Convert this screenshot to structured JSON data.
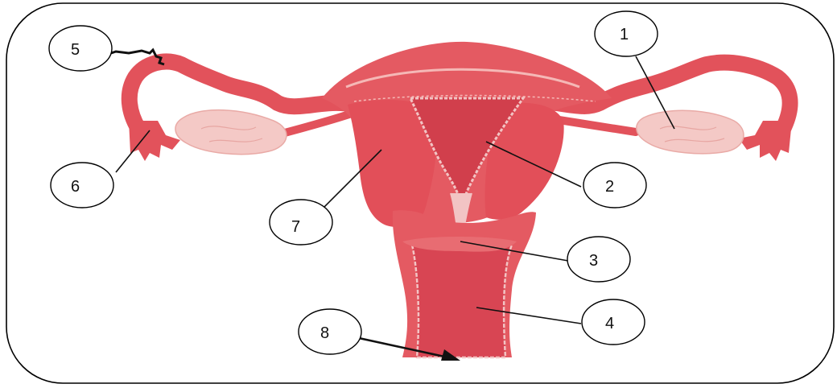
{
  "diagram": {
    "labels": [
      "1",
      "2",
      "3",
      "4",
      "5",
      "6",
      "7",
      "8"
    ]
  },
  "colors": {
    "frame": "#000000",
    "uterus_wall": "#e45a62",
    "uterus_dark": "#c9414c",
    "cavity": "#d8434f",
    "lining": "#f2c4c4",
    "tube": "#e2525b",
    "ovary": "#f4c9c6",
    "callout": "#ffffff"
  }
}
